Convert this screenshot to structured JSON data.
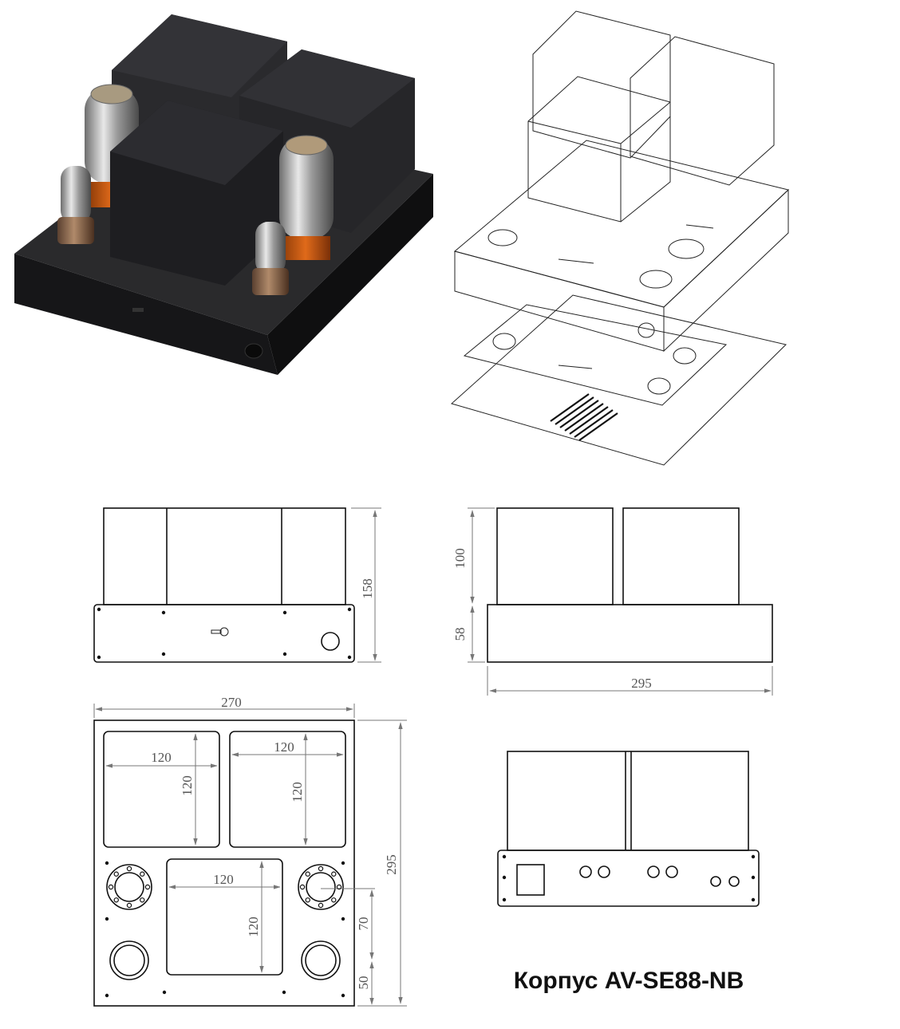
{
  "title": "Корпус AV-SE88-NB",
  "front_view": {
    "height_dim": "158"
  },
  "side_view": {
    "transformer_height_dim": "100",
    "chassis_height_dim": "58",
    "depth_dim": "295"
  },
  "top_view": {
    "width_dim": "270",
    "depth_dim": "295",
    "cutout_left": {
      "width": "120",
      "height": "120"
    },
    "cutout_right": {
      "width": "120",
      "height": "120"
    },
    "cutout_center": {
      "width": "120",
      "height": "120"
    },
    "tube_spacing_dim": "70",
    "edge_offset_dim": "50"
  },
  "colors": {
    "chassis": "#1c1c1e",
    "transformer": "#252528",
    "tube_socket": "#8a6a50",
    "orange_band": "#d25a12"
  }
}
